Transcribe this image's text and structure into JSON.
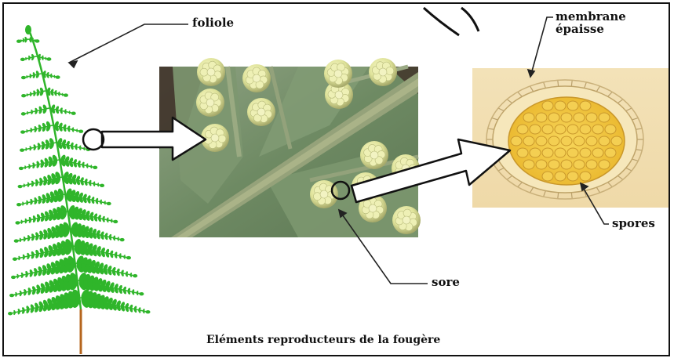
{
  "labels": {
    "foliole": "foliole",
    "membrane_line1": "membrane",
    "membrane_line2": "épaisse",
    "spores": "spores",
    "sore": "sore"
  },
  "caption": "Eléments reproducteurs de la fougère",
  "colors": {
    "frond": "#2fb52a",
    "stem": "#b5651d",
    "leaf_photo": "#6f8a62",
    "sorus": "#e2e59a",
    "sporangium_wall": "#f5e3b0",
    "spore_mass": "#f0c23a",
    "arrow_fill": "#ffffff",
    "outline": "#111111"
  }
}
